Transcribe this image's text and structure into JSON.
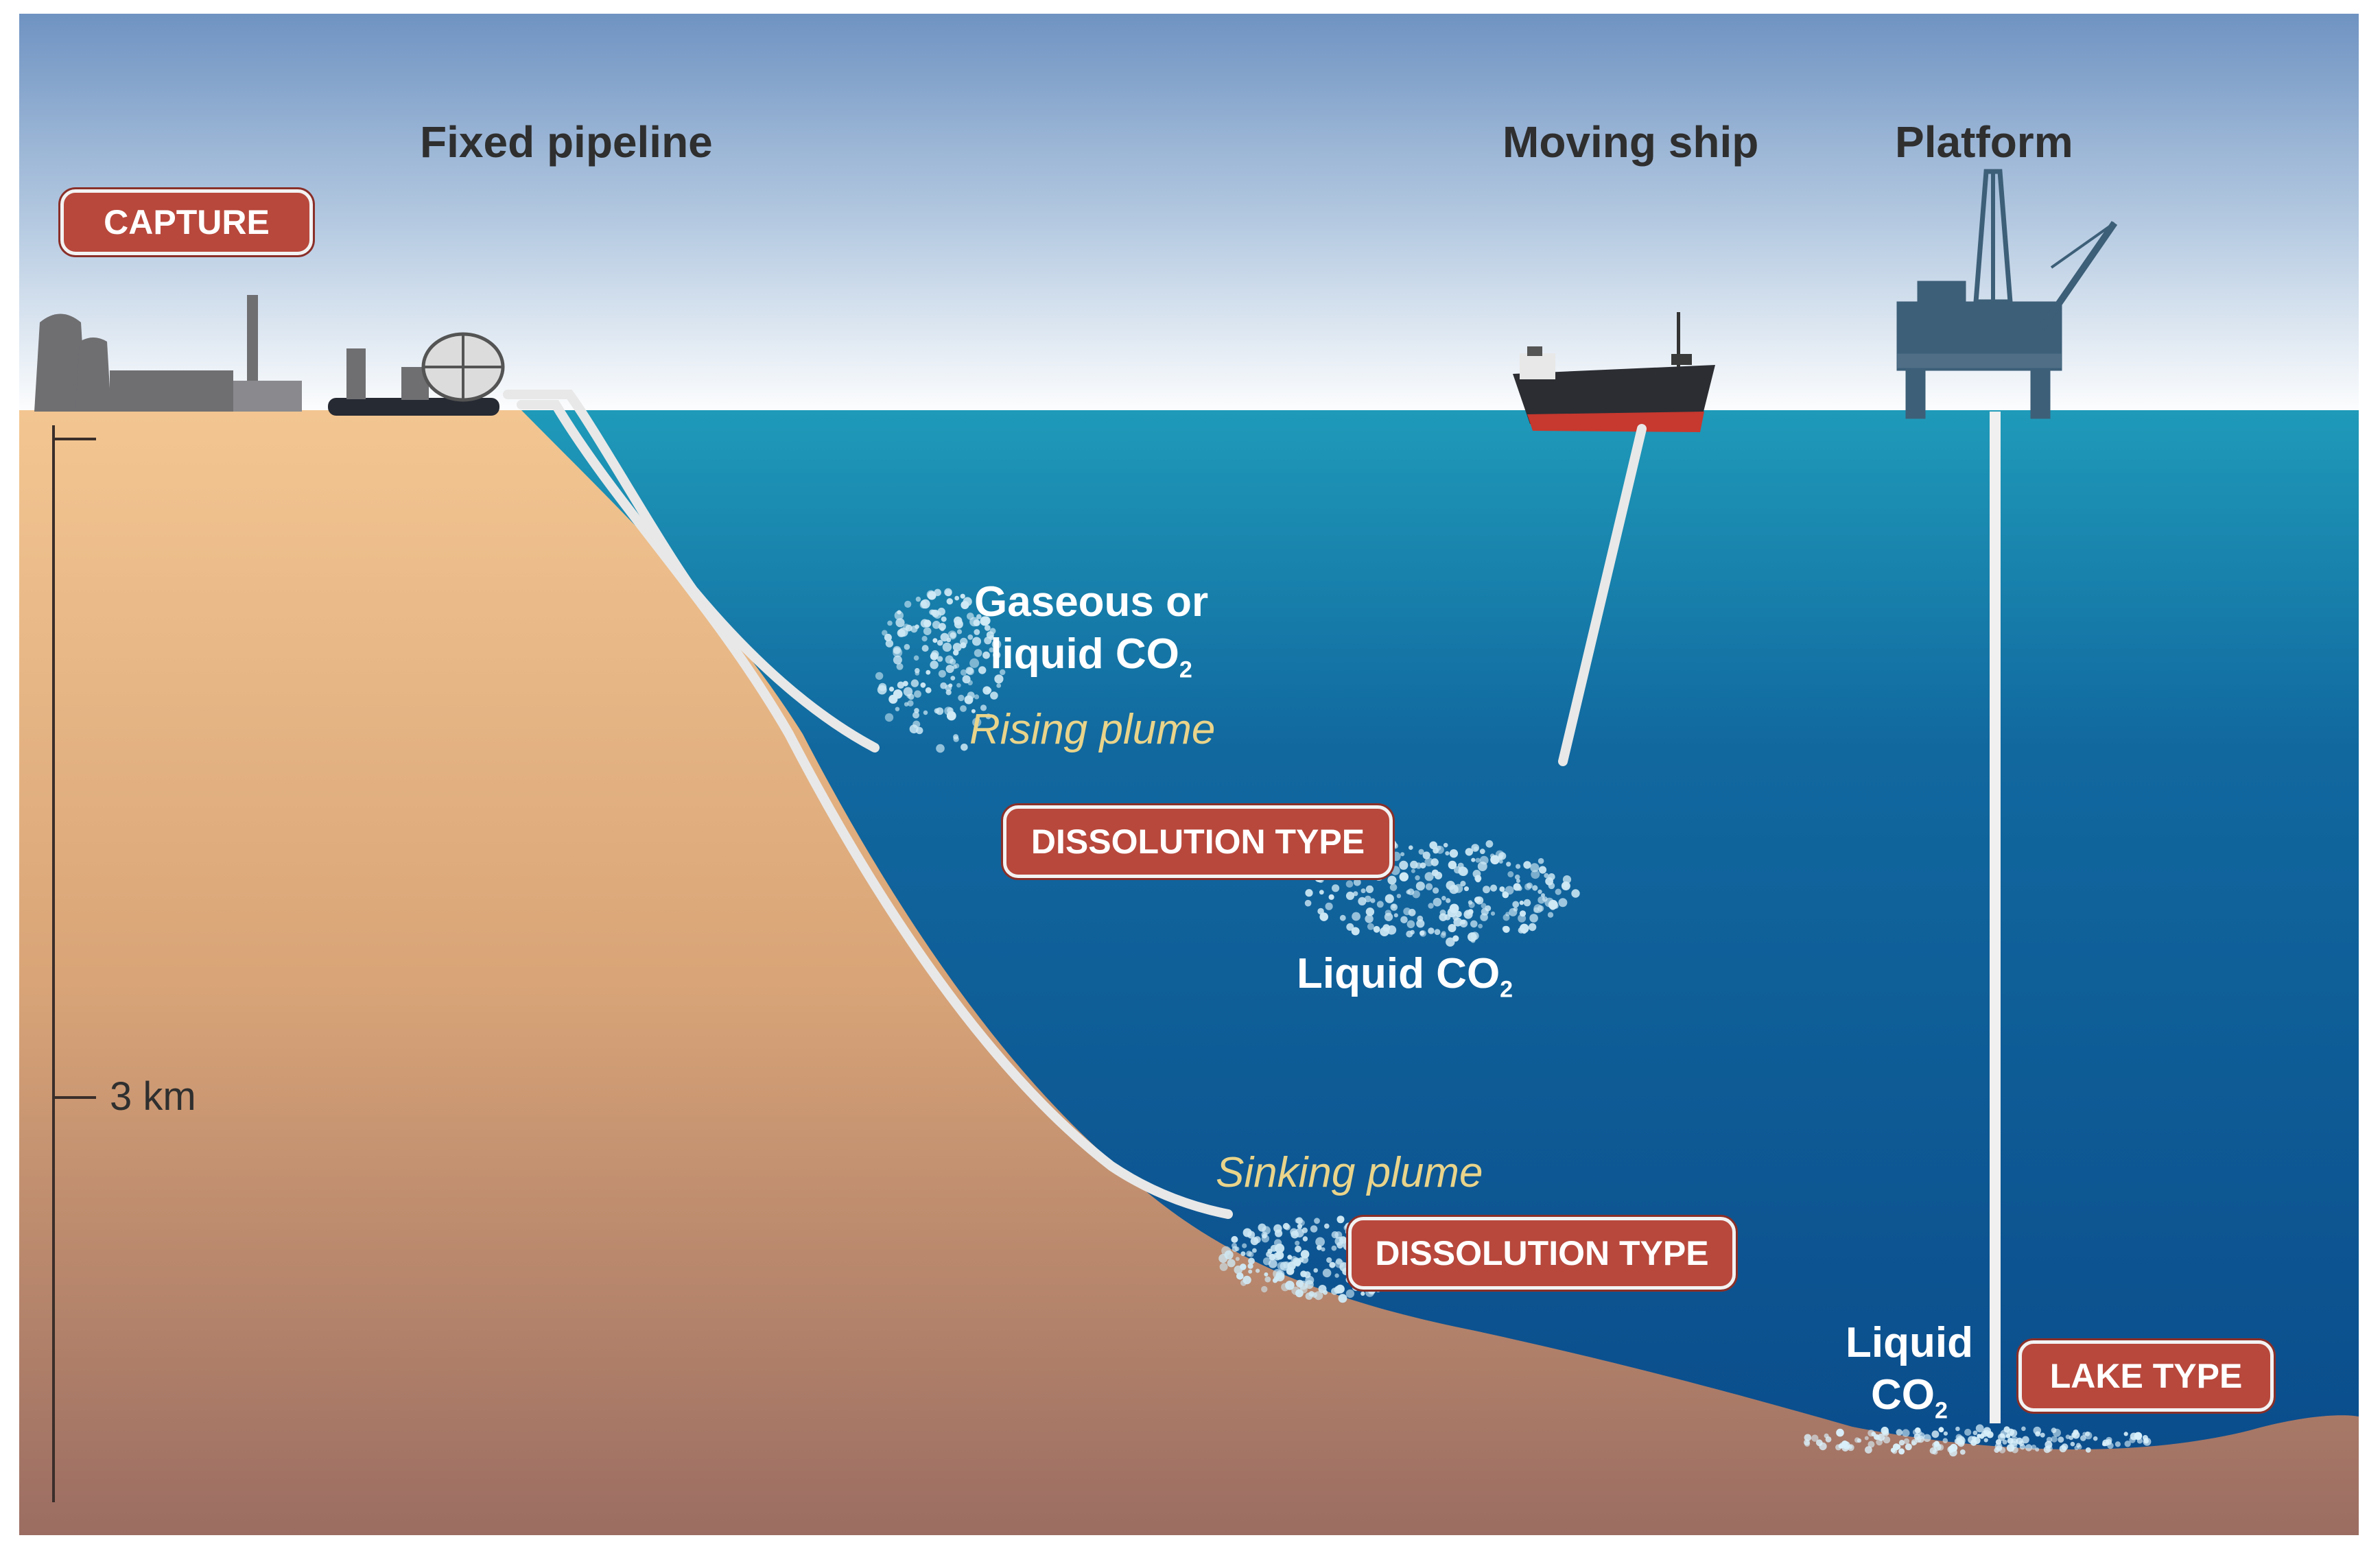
{
  "labels": {
    "fixed_pipeline": "Fixed pipeline",
    "moving_ship": "Moving ship",
    "platform": "Platform",
    "capture": "CAPTURE",
    "gaseous_line1": "Gaseous or",
    "gaseous_line2": "liquid CO",
    "sub2": "2",
    "rising_plume": "Rising plume",
    "dissolution_type_upper": "DISSOLUTION TYPE",
    "liquid_co2_mid": "Liquid CO",
    "sinking_plume": "Sinking plume",
    "dissolution_type_lower": "DISSOLUTION TYPE",
    "liquid_bottom_line1": "Liquid",
    "liquid_bottom_line2": "CO",
    "lake_type": "LAKE TYPE",
    "depth_marker": "3 km"
  },
  "colors": {
    "sky_top": "#6f93c2",
    "sky_bottom": "#ffffff",
    "ocean_surface": "#1b93b5",
    "ocean_deep": "#0b4f8f",
    "seabed_top": "#f1c38f",
    "seabed_bottom": "#9e7062",
    "badge": "#b8483c",
    "plume_text": "#e9d48a"
  },
  "icons": [
    "power-plant-icon",
    "storage-tanks-icon",
    "ship-icon",
    "oil-platform-icon"
  ]
}
